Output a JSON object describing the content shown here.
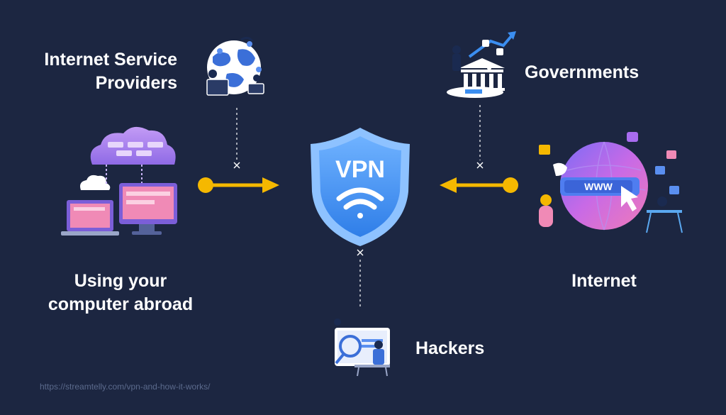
{
  "labels": {
    "isp_line1": "Internet Service",
    "isp_line2": "Providers",
    "governments": "Governments",
    "abroad_line1": "Using your",
    "abroad_line2": "computer abroad",
    "internet": "Internet",
    "hackers": "Hackers"
  },
  "shield": {
    "text": "VPN"
  },
  "browser_bar": {
    "text": "WWW"
  },
  "source_url": "https://streamtelly.com/vpn-and-how-it-works/",
  "icons": [
    "isp-globe-illustration",
    "government-building-illustration",
    "cloud-computer-illustration",
    "internet-globe-illustration",
    "hacker-illustration",
    "vpn-shield-icon",
    "wifi-icon"
  ],
  "colors": {
    "background": "#1c2641",
    "arrow": "#f5b800",
    "shield_outer": "#8ec2ff",
    "shield_inner": "#3b8ef0",
    "accent_purple": "#a86cf0",
    "accent_pink": "#e46ad8"
  }
}
